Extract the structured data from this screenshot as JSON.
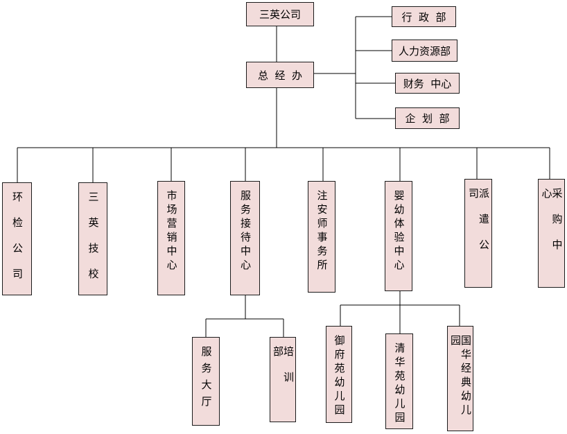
{
  "root": "三英公司",
  "office": "总  经  办",
  "side_units": [
    "行  政  部",
    "人力资源部",
    "财务  中心",
    "企  划  部"
  ],
  "branches": [
    "环检公司",
    "三英技校",
    "市场营销中心",
    "服务接待中心",
    "注安师事务所",
    "婴幼体验中心",
    "派遣公司",
    "采购中心"
  ],
  "service_children": [
    "服务大厅",
    "培训部"
  ],
  "infant_children": [
    "御府苑幼儿园",
    "清华苑幼儿园",
    "国华经典幼儿园"
  ]
}
